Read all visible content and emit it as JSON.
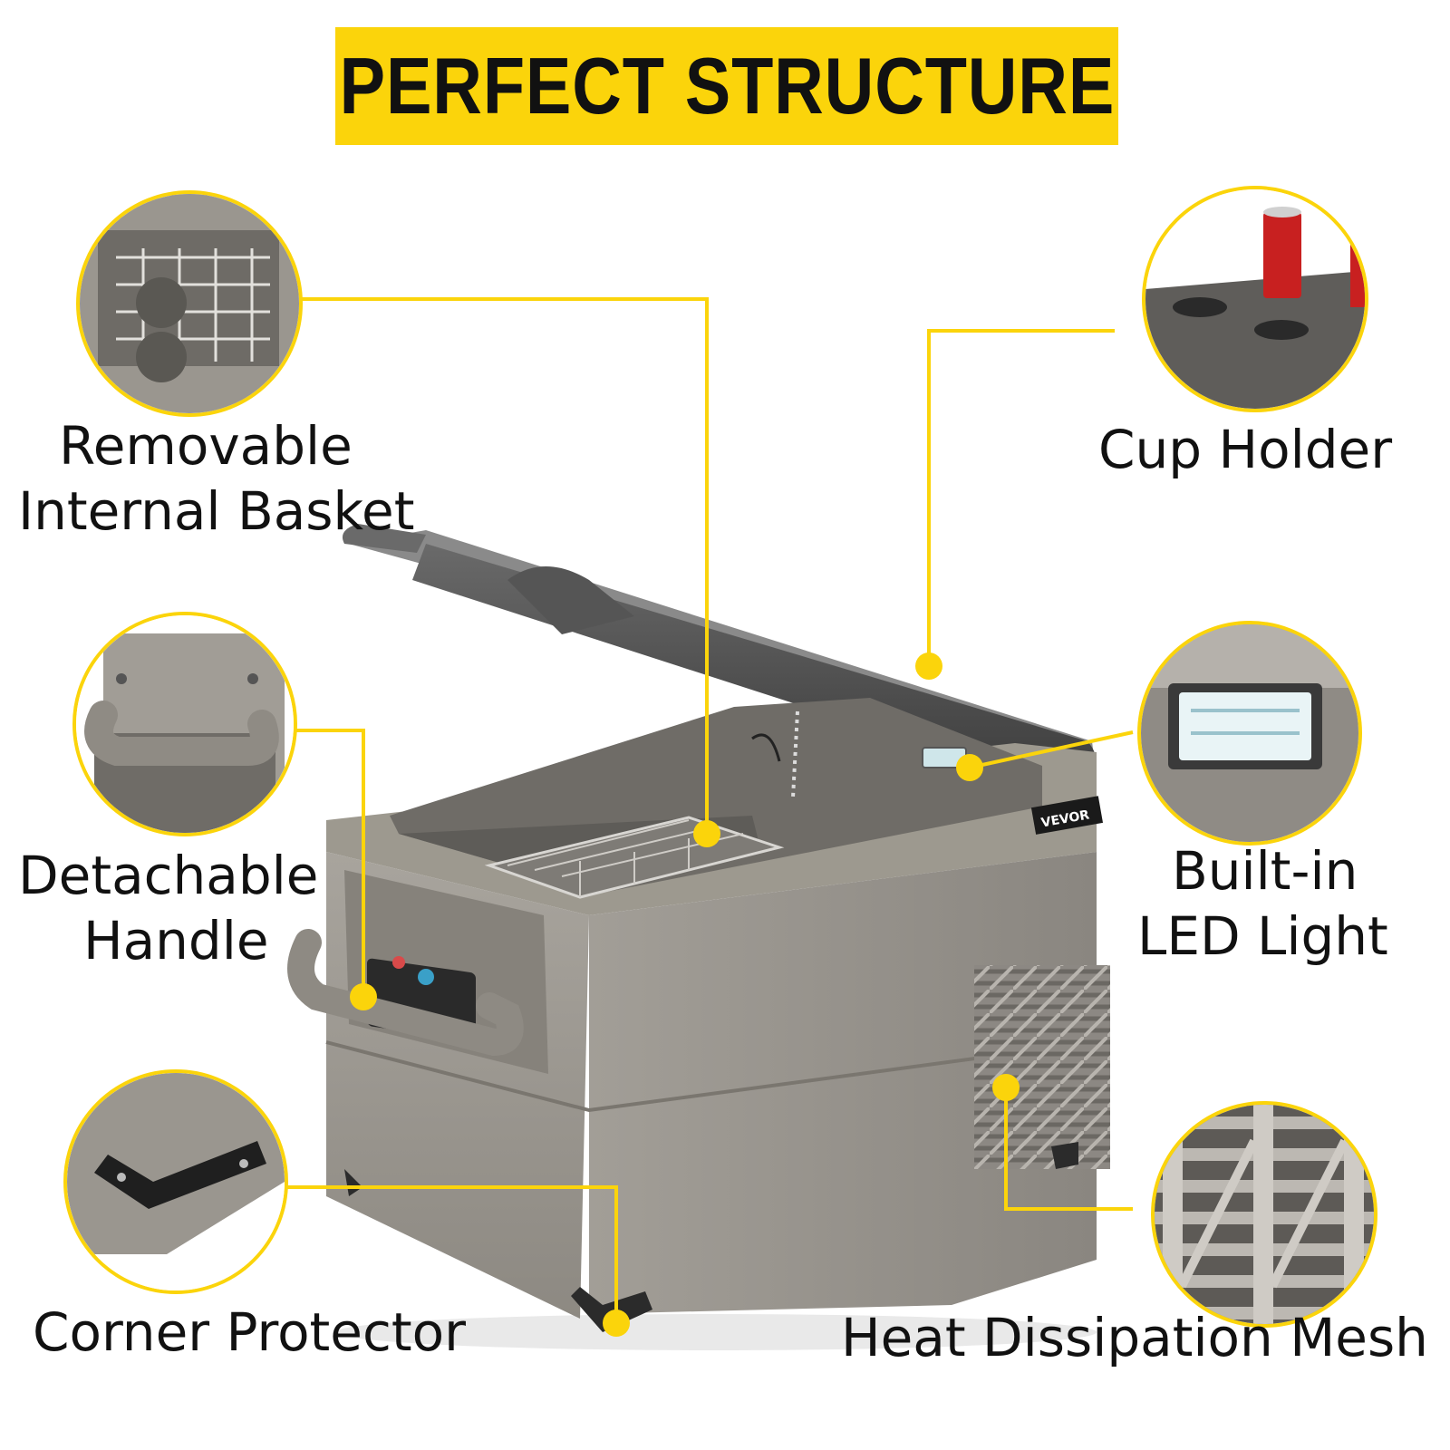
{
  "title": "PERFECT STRUCTURE",
  "brand": "VEVOR",
  "accent_color": "#fbd40b",
  "features": {
    "basket": {
      "line1": "Removable",
      "line2": "Internal Basket"
    },
    "cup_holder": {
      "line1": "Cup Holder"
    },
    "handle": {
      "line1": "Detachable",
      "line2": "Handle"
    },
    "led": {
      "line1": "Built-in",
      "line2": "LED Light"
    },
    "corner": {
      "line1": "Corner Protector"
    },
    "mesh": {
      "line1": "Heat Dissipation Mesh"
    }
  }
}
